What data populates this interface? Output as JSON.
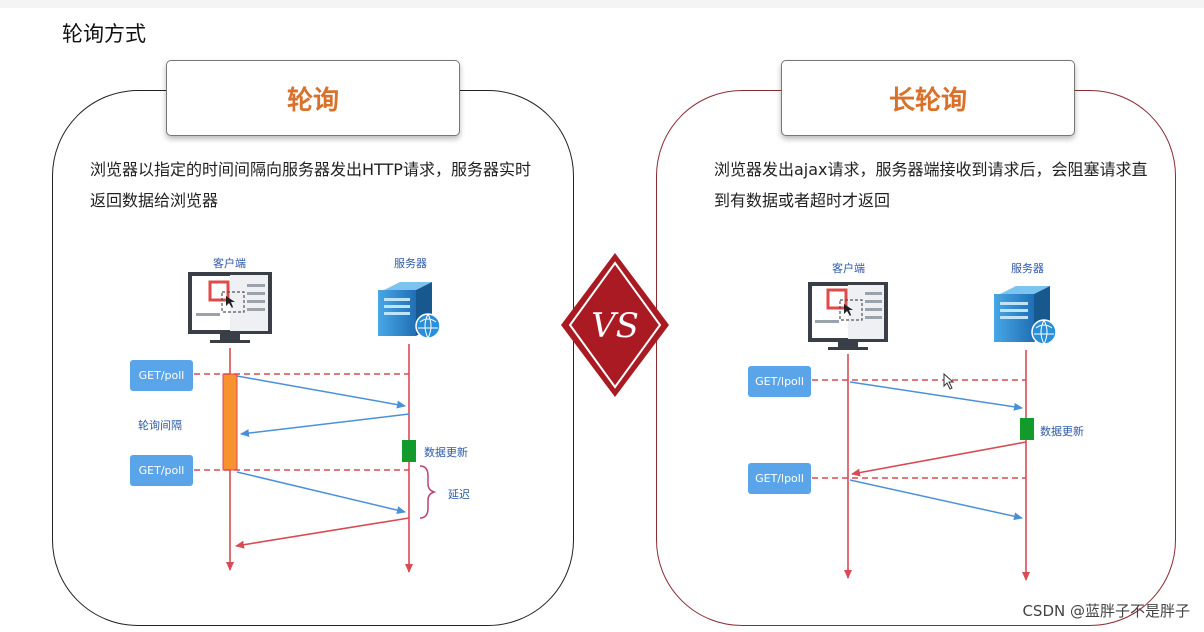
{
  "page": {
    "heading": "轮询方式"
  },
  "left": {
    "title": "轮询",
    "description": "浏览器以指定的时间间隔向服务器发出HTTP请求，服务器实时返回数据给浏览器",
    "client_label": "客户端",
    "server_label": "服务器",
    "get1": "GET/poll",
    "get2": "GET/poll",
    "interval_label": "轮询间隔",
    "update_label": "数据更新",
    "delay_label": "延迟"
  },
  "right": {
    "title": "长轮询",
    "description": "浏览器发出ajax请求，服务器端接收到请求后，会阻塞请求直到有数据或者超时才返回",
    "client_label": "客户端",
    "server_label": "服务器",
    "get1": "GET/lpoll",
    "get2": "GET/lpoll",
    "update_label": "数据更新"
  },
  "vs": {
    "text": "VS"
  },
  "watermark": "CSDN @蓝胖子不是胖子",
  "colors": {
    "accent_orange": "#d9712b",
    "line_red": "#d94b54",
    "arrow_blue": "#4a90d9",
    "button_blue": "#5aa4ea",
    "update_green": "#129a2a",
    "interval_orange": "#f7922f",
    "vs_red": "#a91a22"
  }
}
